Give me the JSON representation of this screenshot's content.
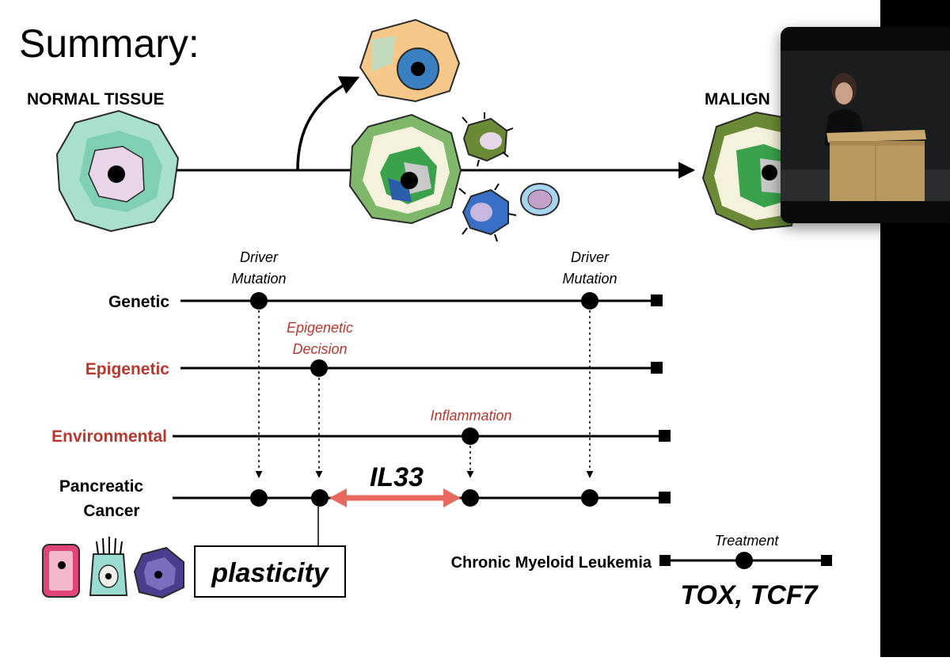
{
  "slide": {
    "title": "Summary:",
    "normal_label": "NORMAL TISSUE",
    "malignant_label": "MALIGN",
    "driver1_line1": "Driver",
    "driver1_line2": "Mutation",
    "driver2_line1": "Driver",
    "driver2_line2": "Mutation",
    "epi_line1": "Epigenetic",
    "epi_line2": "Decision",
    "inflammation": "Inflammation",
    "row_genetic": "Genetic",
    "row_epigenetic": "Epigenetic",
    "row_environmental": "Environmental",
    "row_pancreatic_1": "Pancreatic",
    "row_pancreatic_2": "Cancer",
    "il33": "IL33",
    "plasticity": "plasticity",
    "cml_label": "Chronic Myeloid Leukemia",
    "treatment": "Treatment",
    "tox": "TOX, TCF7"
  },
  "colors": {
    "red_text": "#b8382e",
    "il33_arrow": "#e8685e",
    "black": "#000000"
  }
}
